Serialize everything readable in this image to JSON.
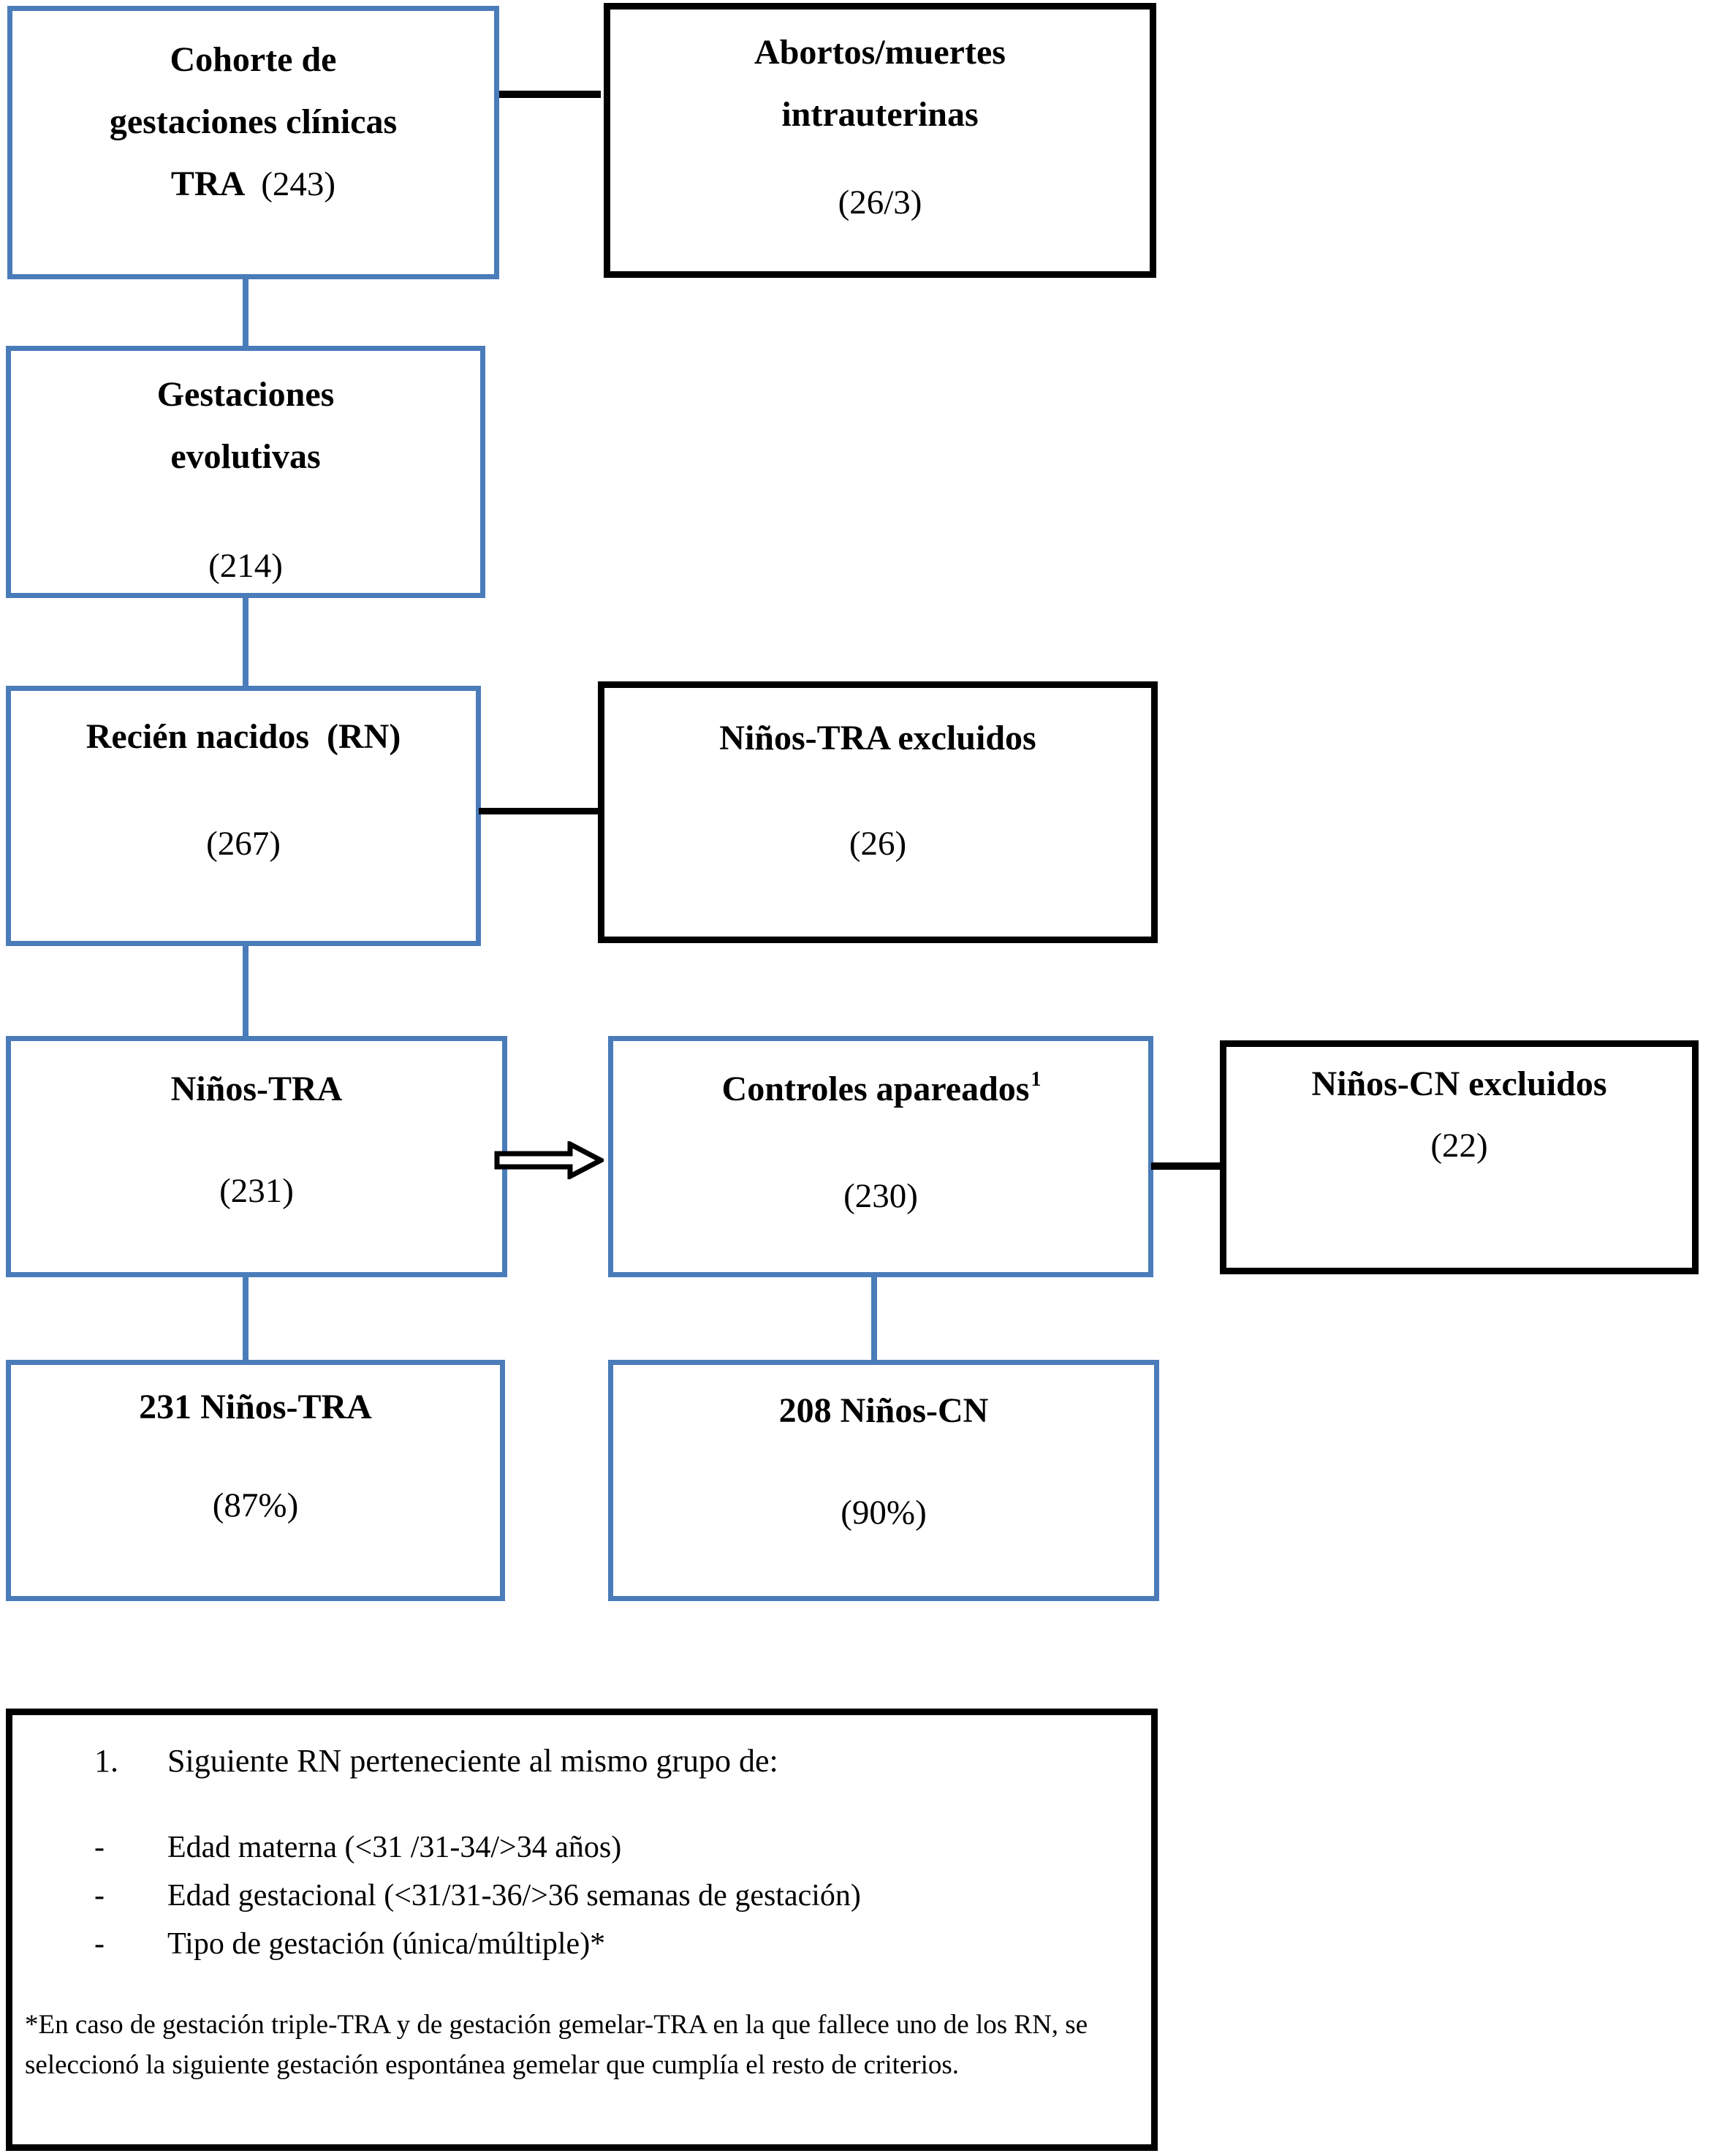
{
  "palette": {
    "box_blue": "#4a7cba",
    "box_black": "#000000",
    "text": "#000000",
    "background": "#ffffff"
  },
  "boxes": {
    "cohorte": {
      "line1": "Cohorte de",
      "line2": "gestaciones clínicas",
      "line3_label": "TRA",
      "line3_value": "(243)"
    },
    "abortos": {
      "line1": "Abortos/muertes",
      "line2": "intrauterinas",
      "num": "(26/3)"
    },
    "evolutivas": {
      "line1": "Gestaciones",
      "line2": "evolutivas",
      "num": "(214)"
    },
    "recien": {
      "title": "Recién nacidos  (RN)",
      "num": "(267)"
    },
    "tra_excluidos": {
      "title": "Niños-TRA excluidos",
      "num": "(26)"
    },
    "ninos_tra": {
      "title": "Niños-TRA",
      "num": "(231)"
    },
    "controles": {
      "title": "Controles apareados",
      "superscript": "1",
      "num": "(230)"
    },
    "cn_excluidos": {
      "title": "Niños-CN excluidos",
      "num": "(22)"
    },
    "final_tra": {
      "title": "231 Niños-TRA",
      "num": "(87%)"
    },
    "final_cn": {
      "title": "208 Niños-CN",
      "num": "(90%)"
    }
  },
  "footnote": {
    "item1_marker": "1.",
    "item1_text": "Siguiente RN perteneciente al mismo grupo de:",
    "bullets": [
      {
        "marker": "-",
        "text": "Edad materna (<31 /31-34/>34 años)"
      },
      {
        "marker": "-",
        "text": "Edad gestacional (<31/31-36/>36 semanas de gestación)"
      },
      {
        "marker": "-",
        "text": "Tipo de gestación (única/múltiple)*"
      }
    ],
    "note": "*En caso de gestación triple-TRA y de gestación gemelar-TRA en la que fallece uno de los RN, se seleccionó la siguiente gestación espontánea gemelar que cumplía el resto de criterios."
  }
}
